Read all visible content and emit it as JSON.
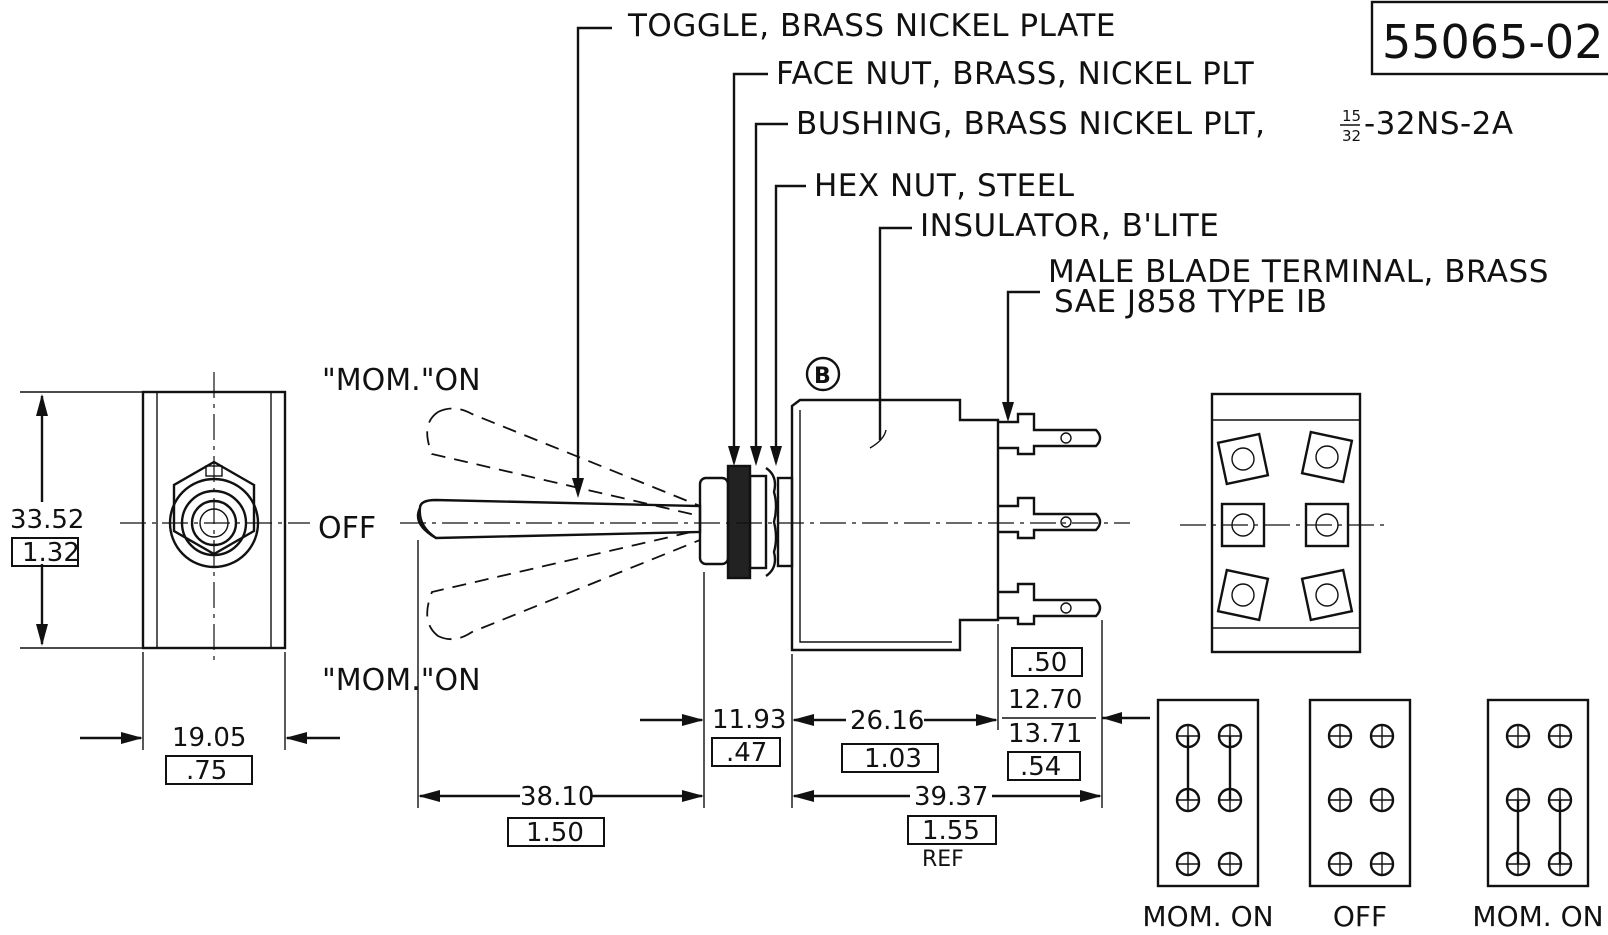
{
  "part_number": "55065-02",
  "callouts": {
    "toggle": "TOGGLE, BRASS NICKEL PLATE",
    "face_nut": "FACE NUT, BRASS, NICKEL PLT",
    "bushing": "BUSHING, BRASS NICKEL PLT,",
    "bushing_frac_num": "15",
    "bushing_frac_den": "32",
    "bushing_thread": "-32NS-2A",
    "hex_nut": "HEX NUT, STEEL",
    "insulator": "INSULATOR, B'LITE",
    "terminal_line1": "MALE BLADE TERMINAL, BRASS",
    "terminal_line2": "SAE J858 TYPE IB"
  },
  "positions": {
    "top": "\"MOM.\"ON",
    "middle": "OFF",
    "bottom": "\"MOM.\"ON"
  },
  "marker": "B",
  "dimensions": {
    "height_mm": "33.52",
    "height_in": "1.32",
    "width_mm": "19.05",
    "width_in": ".75",
    "lever_mm": "38.10",
    "lever_in": "1.50",
    "bushing_mm": "11.93",
    "bushing_in": ".47",
    "body_mm": "26.16",
    "body_in": "1.03",
    "term_in_a": ".50",
    "term_mm_a": "12.70",
    "term_mm_b": "13.71",
    "term_in_b": ".54",
    "overall_mm": "39.37",
    "overall_in": "1.55",
    "overall_note": "REF"
  },
  "schematics": [
    {
      "label": "MOM. ON",
      "links": "top"
    },
    {
      "label": "OFF",
      "links": "none"
    },
    {
      "label": "MOM. ON",
      "links": "bottom"
    }
  ]
}
